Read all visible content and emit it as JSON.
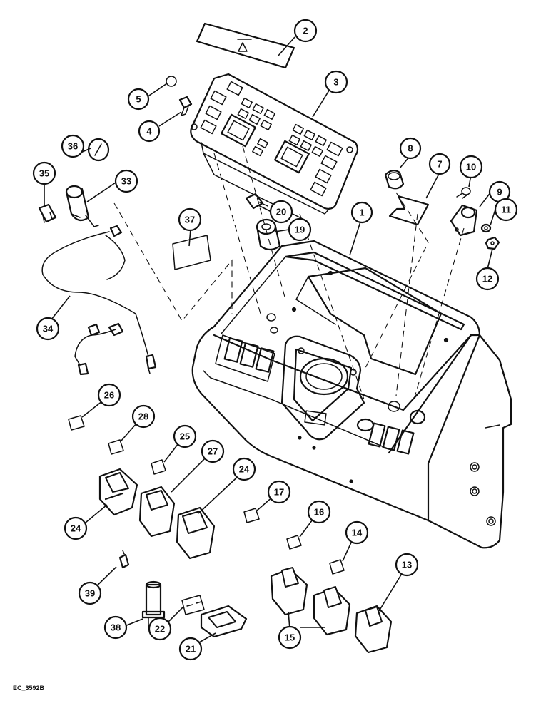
{
  "drawing_ref": "EC_3592B",
  "callouts": [
    {
      "id": "2",
      "label": "2"
    },
    {
      "id": "3",
      "label": "3"
    },
    {
      "id": "5",
      "label": "5"
    },
    {
      "id": "4",
      "label": "4"
    },
    {
      "id": "36",
      "label": "36"
    },
    {
      "id": "35",
      "label": "35"
    },
    {
      "id": "33",
      "label": "33"
    },
    {
      "id": "8",
      "label": "8"
    },
    {
      "id": "7",
      "label": "7"
    },
    {
      "id": "10",
      "label": "10"
    },
    {
      "id": "9",
      "label": "9"
    },
    {
      "id": "11",
      "label": "11"
    },
    {
      "id": "12",
      "label": "12"
    },
    {
      "id": "20",
      "label": "20"
    },
    {
      "id": "19",
      "label": "19"
    },
    {
      "id": "37",
      "label": "37"
    },
    {
      "id": "1",
      "label": "1"
    },
    {
      "id": "34",
      "label": "34"
    },
    {
      "id": "26",
      "label": "26"
    },
    {
      "id": "28",
      "label": "28"
    },
    {
      "id": "25",
      "label": "25"
    },
    {
      "id": "27",
      "label": "27"
    },
    {
      "id": "24a",
      "label": "24"
    },
    {
      "id": "24b",
      "label": "24"
    },
    {
      "id": "17",
      "label": "17"
    },
    {
      "id": "16",
      "label": "16"
    },
    {
      "id": "14",
      "label": "14"
    },
    {
      "id": "13",
      "label": "13"
    },
    {
      "id": "39",
      "label": "39"
    },
    {
      "id": "38",
      "label": "38"
    },
    {
      "id": "22",
      "label": "22"
    },
    {
      "id": "21",
      "label": "21"
    },
    {
      "id": "15",
      "label": "15"
    }
  ]
}
